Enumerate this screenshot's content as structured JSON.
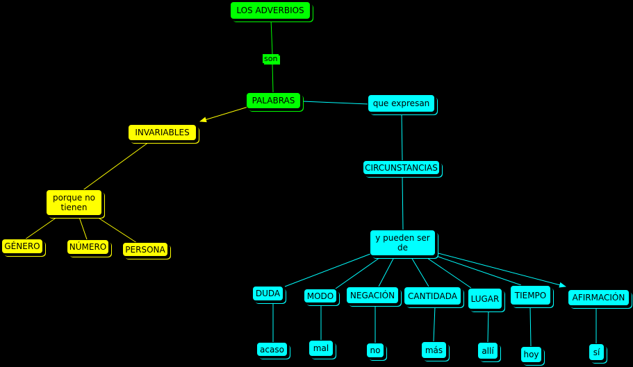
{
  "colors": {
    "green": "#00ff00",
    "cyan": "#00ffff",
    "yellow": "#ffff00",
    "background": "#000000"
  },
  "nodes": {
    "adverbios": "LOS ADVERBIOS",
    "son": "son",
    "palabras": "PALABRAS",
    "que_expresan": "que expresan",
    "invariables": "INVARIABLES",
    "porque_no_tienen_1": "porque no",
    "porque_no_tienen_2": "tienen",
    "genero": "GÉNERO",
    "numero": "NÚMERO",
    "persona": "PERSONA",
    "circunstancias": "CIRCUNSTANCIAS",
    "pueden_ser_1": "y pueden ser",
    "pueden_ser_2": "de",
    "duda": "DUDA",
    "modo": "MODO",
    "negacion": "NEGACIÓN",
    "cantidad": "CANTIDADA",
    "lugar": "LUGAR",
    "tiempo": "TIEMPO",
    "afirmacion": "AFIRMACIÓN",
    "acaso": "acaso",
    "mal": "mal",
    "no": "no",
    "mas": "más",
    "alli": "allí",
    "hoy": "hoy",
    "si": "sí"
  }
}
